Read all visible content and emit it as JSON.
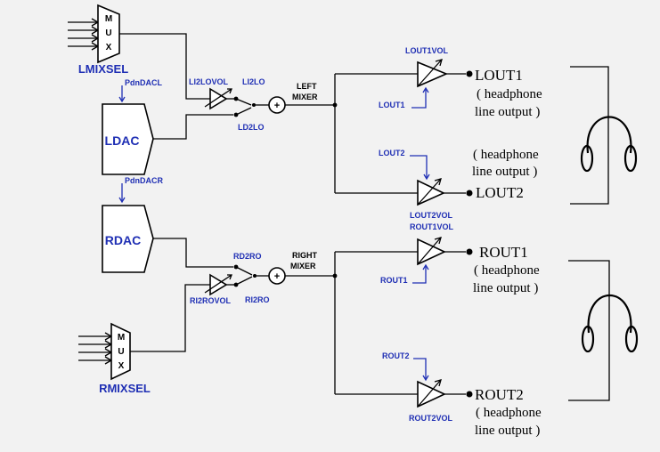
{
  "muxes": {
    "left": {
      "glyph": "MUX",
      "label": "LMIXSEL"
    },
    "right": {
      "glyph": "MUX",
      "label": "RMIXSEL"
    }
  },
  "dacs": {
    "left": {
      "label": "LDAC",
      "power_down": "PdnDACL"
    },
    "right": {
      "label": "RDAC",
      "power_down": "PdnDACR"
    }
  },
  "left_path": {
    "line_in_volume": "LI2LOVOL",
    "line_in_switch": "LI2LO",
    "dac_switch": "LD2LO",
    "mixer_title": "LEFT",
    "mixer_subtitle": "MIXER",
    "summer_symbol": "+"
  },
  "right_path": {
    "dac_switch": "RD2RO",
    "line_in_volume": "RI2ROVOL",
    "line_in_switch": "RI2RO",
    "mixer_title": "RIGHT",
    "mixer_subtitle": "MIXER",
    "summer_symbol": "+"
  },
  "outputs": {
    "lout1": {
      "volume": "LOUT1VOL",
      "enable": "LOUT1",
      "name": "LOUT1",
      "desc_1": "( headphone",
      "desc_2": "line output )"
    },
    "lout2": {
      "volume": "LOUT2VOL",
      "enable": "LOUT2",
      "name": "LOUT2",
      "desc_1": "( headphone",
      "desc_2": "line output )"
    },
    "rout1": {
      "volume": "ROUT1VOL",
      "enable": "ROUT1",
      "name": "ROUT1",
      "desc_1": "( headphone",
      "desc_2": "line output )"
    },
    "rout2": {
      "volume": "ROUT2VOL",
      "enable": "ROUT2",
      "name": "ROUT2",
      "desc_1": "( headphone",
      "desc_2": "line output )"
    }
  },
  "colors": {
    "signal_label": "#1f2fb4",
    "wire": "#000000",
    "background": "#f2f2f2"
  }
}
